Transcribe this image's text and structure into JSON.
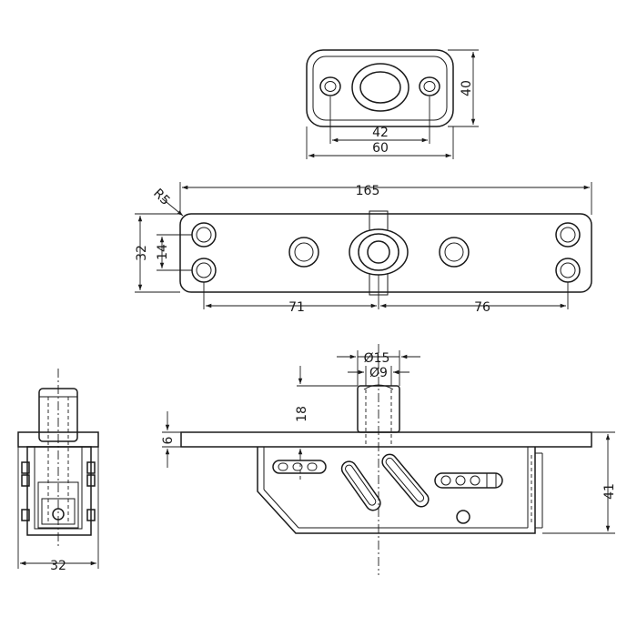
{
  "dimensions": {
    "top_height": "40",
    "top_hole_spacing": "42",
    "top_width": "60",
    "plate_length": "165",
    "corner_radius": "R5",
    "plate_width": "32",
    "hole_spacing_vertical": "14",
    "left_to_center": "71",
    "center_to_right": "76",
    "pin_outer_diameter": "Ø15",
    "pin_inner_diameter": "Ø9",
    "pin_height": "18",
    "plate_thickness": "6",
    "body_height": "41",
    "end_width": "32"
  }
}
